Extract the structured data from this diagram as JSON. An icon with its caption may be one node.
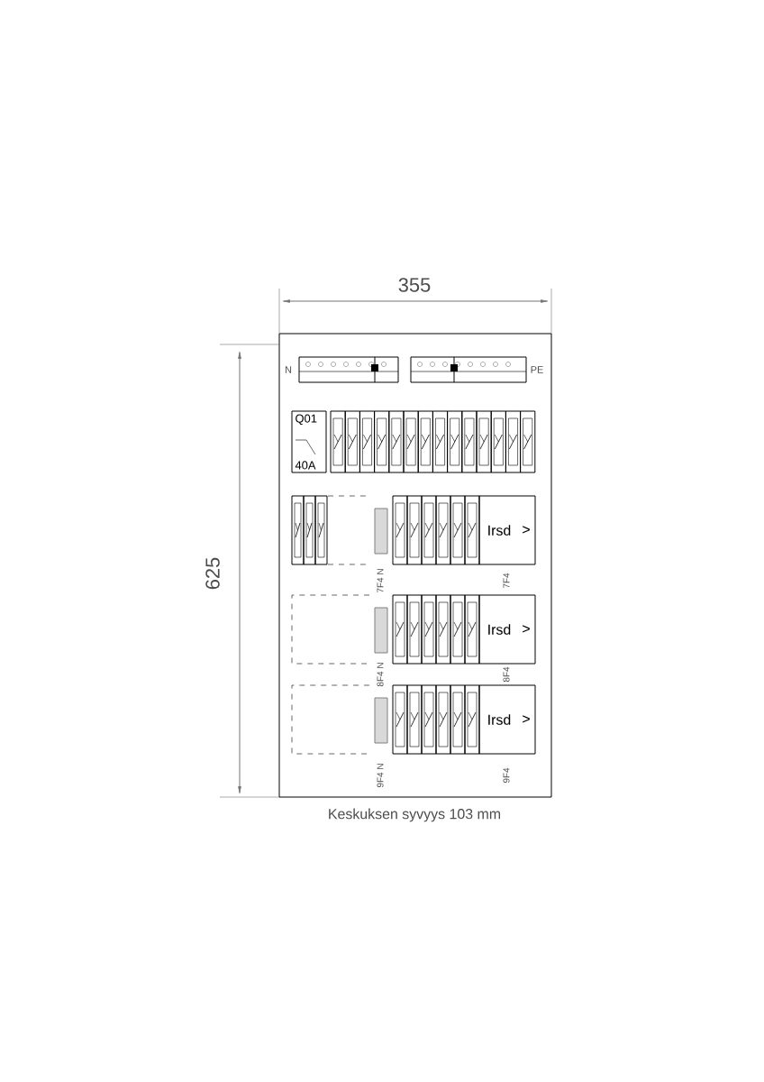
{
  "diagram": {
    "caption": "Keskuksen syvyys 103 mm",
    "nodes": [
      {
        "text": [
          "Q01",
          "40A"
        ]
      },
      {
        "text": [
          "Irsd",
          ">"
        ]
      },
      {
        "text": [
          "Irsd",
          ">"
        ]
      },
      {
        "text": [
          "Irsd",
          ">"
        ]
      }
    ],
    "labels": [
      "355",
      "625",
      "N",
      "PE",
      "7F4 N",
      "7F4",
      "8F4 N",
      "8F4",
      "9F4 N",
      "9F4"
    ]
  }
}
